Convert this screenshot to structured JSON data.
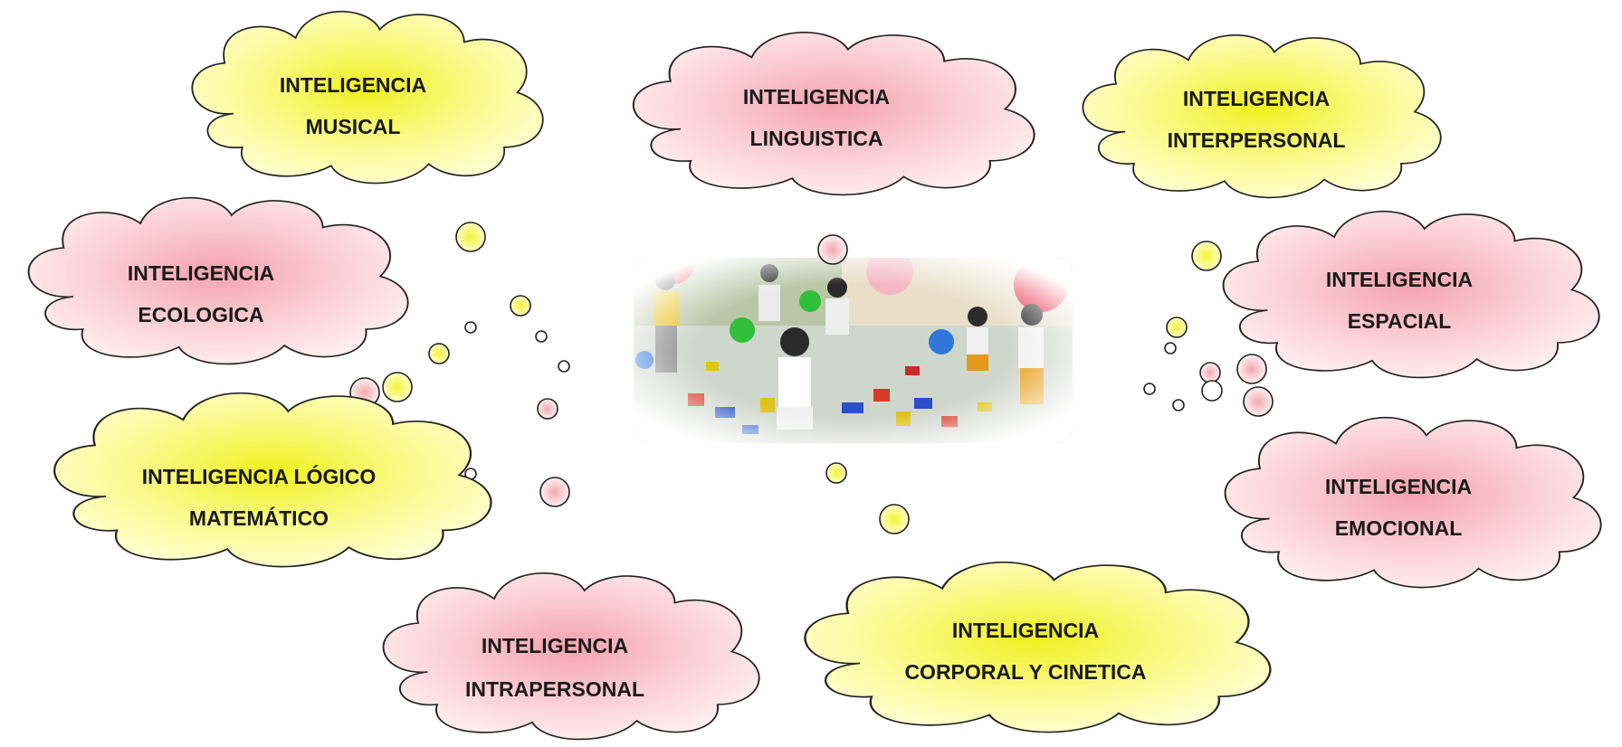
{
  "colors": {
    "yellow_center": "#f2f21a",
    "yellow_edge": "#ffffd0",
    "pink_center": "#f39aa6",
    "pink_edge": "#fff0f2",
    "outline": "#222222",
    "text": "#1a1a1a"
  },
  "clouds": [
    {
      "id": "musical",
      "color": "yellow",
      "line1": "INTELIGENCIA",
      "line2": "MUSICAL"
    },
    {
      "id": "linguistica",
      "color": "pink",
      "line1": "INTELIGENCIA",
      "line2": "LINGUISTICA"
    },
    {
      "id": "interpersonal",
      "color": "yellow",
      "line1": "INTELIGENCIA",
      "line2": "INTERPERSONAL"
    },
    {
      "id": "ecologica",
      "color": "pink",
      "line1": "INTELIGENCIA",
      "line2": "ECOLOGICA"
    },
    {
      "id": "espacial",
      "color": "pink",
      "line1": "INTELIGENCIA",
      "line2": "ESPACIAL"
    },
    {
      "id": "logico",
      "color": "yellow",
      "line1": "INTELIGENCIA LÓGICO",
      "line2": "MATEMÁTICO"
    },
    {
      "id": "emocional",
      "color": "pink",
      "line1": "INTELIGENCIA",
      "line2": "EMOCIONAL"
    },
    {
      "id": "intrapersonal",
      "color": "pink",
      "line1": "INTELIGENCIA",
      "line2": "INTRAPERSONAL"
    },
    {
      "id": "corporal",
      "color": "yellow",
      "line1": "INTELIGENCIA",
      "line2": "CORPORAL Y CINETICA"
    }
  ],
  "photo": {
    "subject": "children-playing-with-balloons-and-shapes-photo"
  }
}
